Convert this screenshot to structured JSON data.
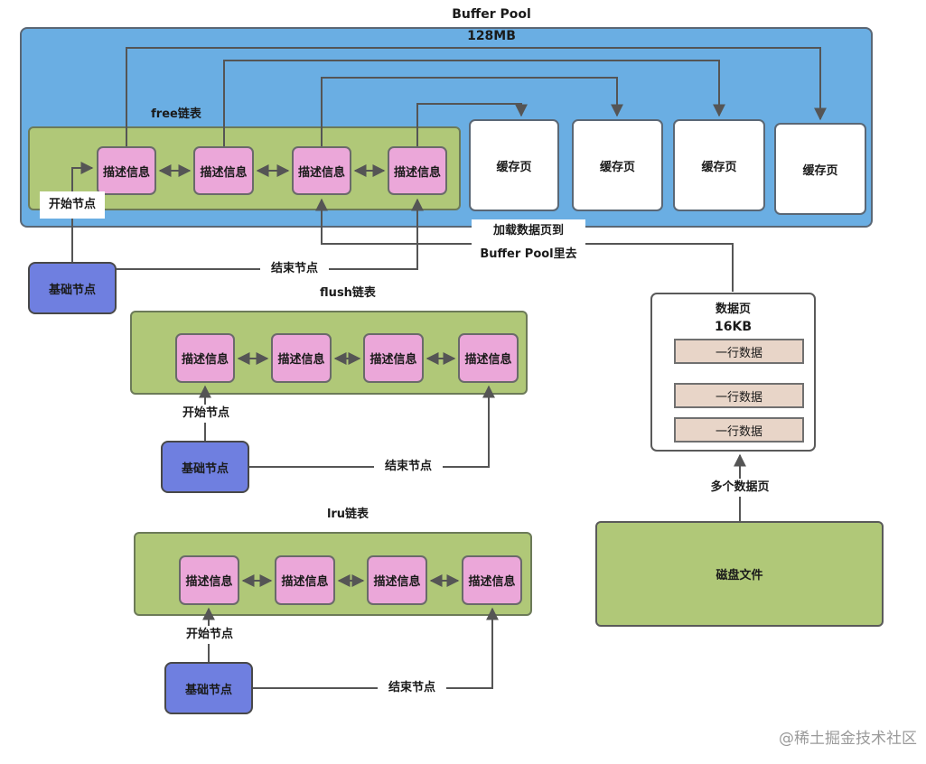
{
  "buffer_pool": {
    "title": "Buffer Pool",
    "size": "128MB"
  },
  "free_list": {
    "title": "free链表",
    "nodes": [
      "描述信息",
      "描述信息",
      "描述信息",
      "描述信息"
    ],
    "start_label": "开始节点",
    "end_label": "结束节点",
    "base_node": "基础节点"
  },
  "cache_pages": [
    "缓存页",
    "缓存页",
    "缓存页",
    "缓存页"
  ],
  "load_label": {
    "line1": "加载数据页到",
    "line2": "Buffer Pool里去"
  },
  "flush_list": {
    "title": "flush链表",
    "nodes": [
      "描述信息",
      "描述信息",
      "描述信息",
      "描述信息"
    ],
    "start_label": "开始节点",
    "end_label": "结束节点",
    "base_node": "基础节点"
  },
  "lru_list": {
    "title": "lru链表",
    "nodes": [
      "描述信息",
      "描述信息",
      "描述信息",
      "描述信息"
    ],
    "start_label": "开始节点",
    "end_label": "结束节点",
    "base_node": "基础节点"
  },
  "data_page": {
    "title": "数据页",
    "size": "16KB",
    "rows": [
      "一行数据",
      "一行数据",
      "一行数据"
    ]
  },
  "multi_pages_label": "多个数据页",
  "disk_file": "磁盘文件",
  "watermark": "@稀土掘金技术社区",
  "colors": {
    "pool": "#6aaee3",
    "list_bg": "#b0c878",
    "node": "#eba7d9",
    "base_node": "#6f7fe0",
    "row": "#e8d5c8"
  }
}
